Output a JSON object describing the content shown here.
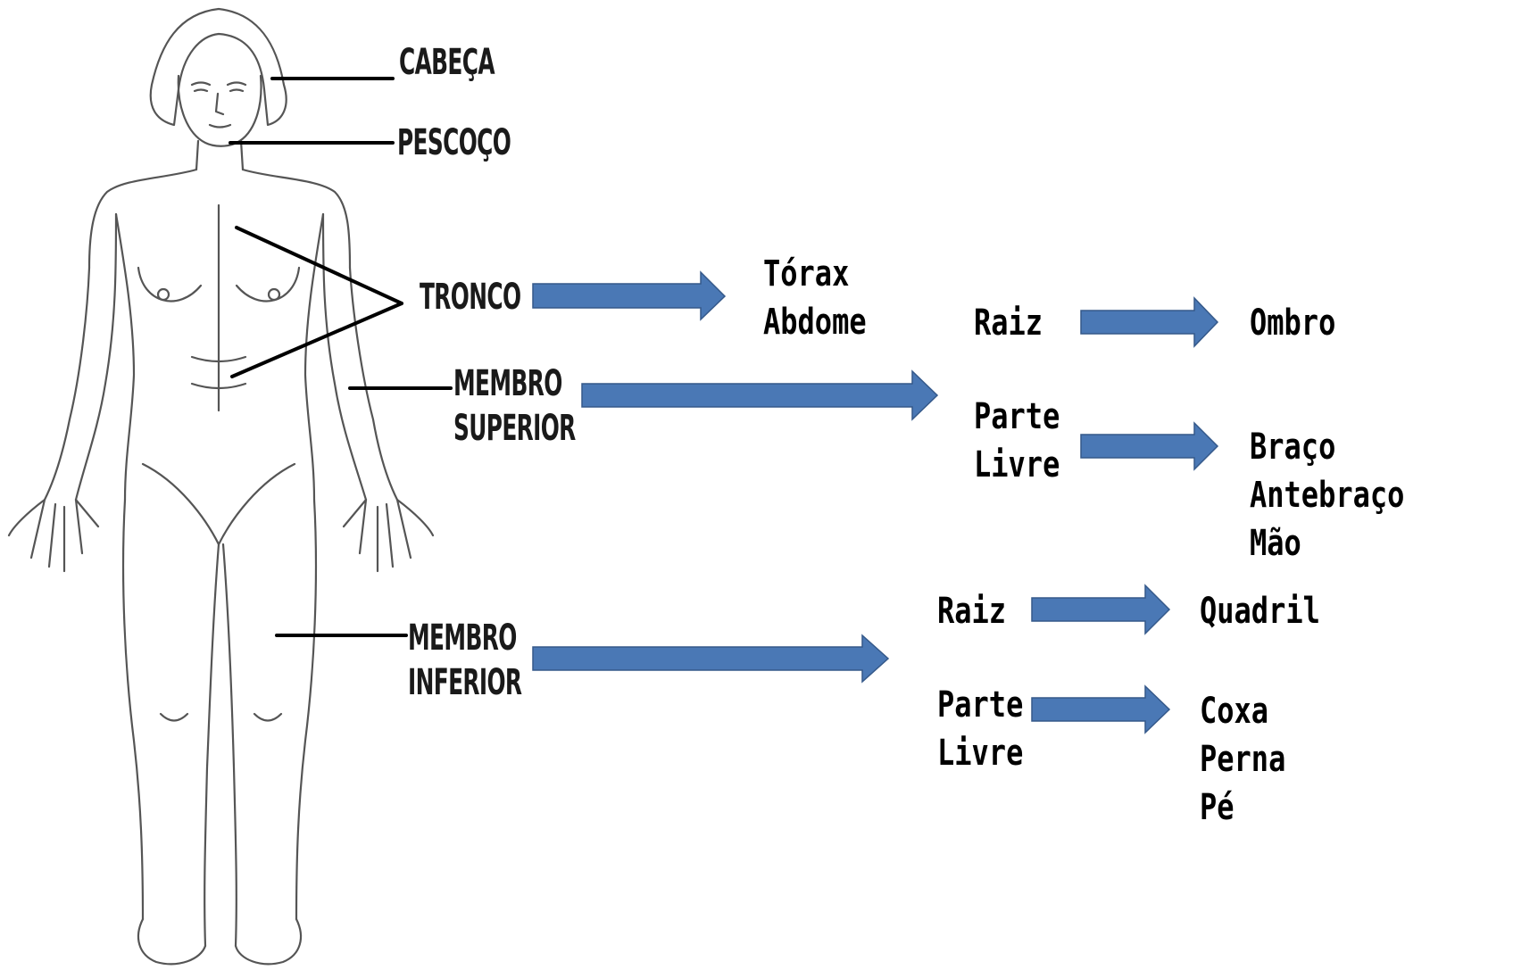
{
  "colors": {
    "arrow_fill": "#4a78b5",
    "arrow_stroke": "#35598a",
    "text": "#000000",
    "figure_line": "#555555"
  },
  "body_labels": {
    "head": "CABEÇA",
    "neck": "PESCOÇO",
    "trunk": "TRONCO",
    "upper_limb": [
      "MEMBRO",
      "SUPERIOR"
    ],
    "lower_limb": [
      "MEMBRO",
      "INFERIOR"
    ]
  },
  "trunk_parts": [
    "Tórax",
    "Abdome"
  ],
  "upper_limb": {
    "root": "Raiz",
    "root_part": "Ombro",
    "free_part": [
      "Parte",
      "Livre"
    ],
    "free_parts": [
      "Braço",
      "Antebraço",
      "Mão"
    ]
  },
  "lower_limb": {
    "root": "Raiz",
    "root_part": "Quadril",
    "free_part": [
      "Parte",
      "Livre"
    ],
    "free_parts": [
      "Coxa",
      "Perna",
      "Pé"
    ]
  },
  "figure": {
    "icon": "human-body-outline-icon"
  }
}
